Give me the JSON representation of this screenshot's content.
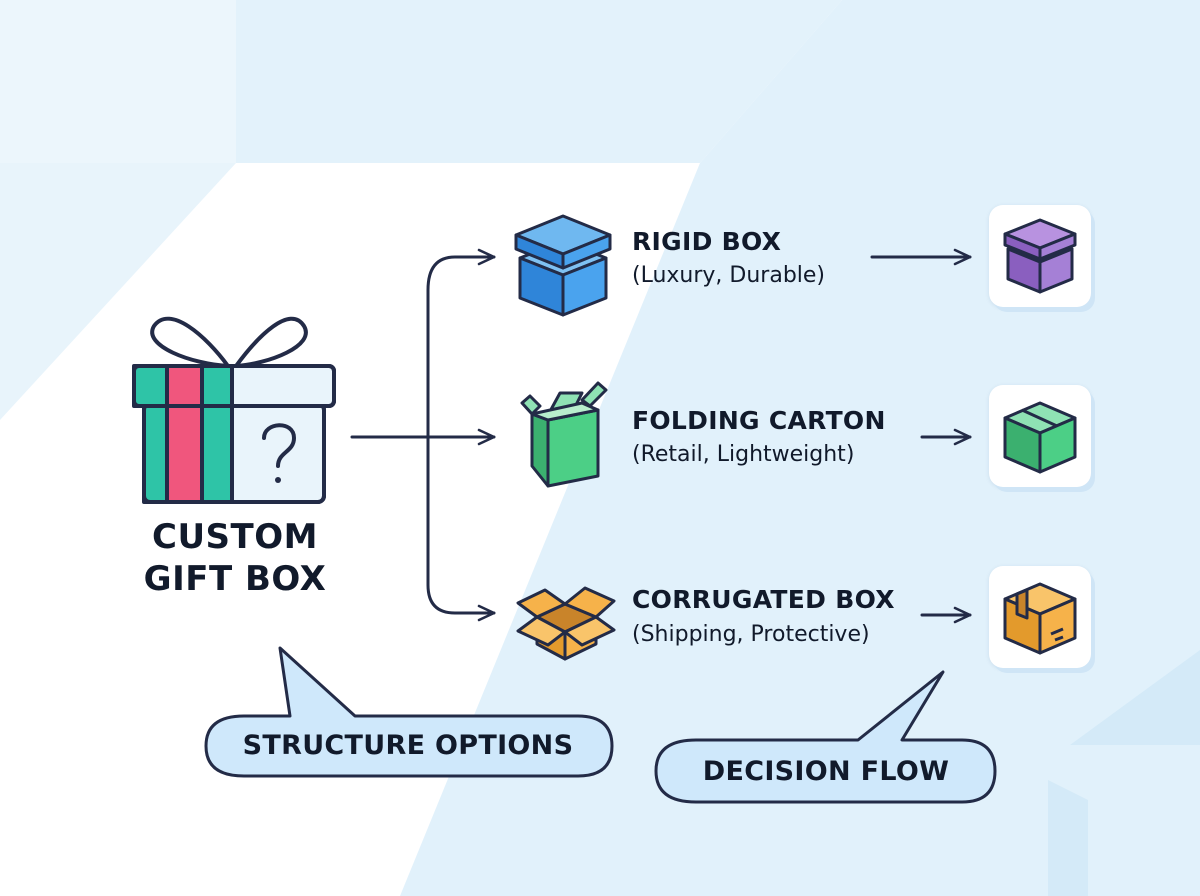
{
  "colors": {
    "background_shape": "#e1f1fb",
    "background_shape_light": "#ecf6fc",
    "line": "#232b47",
    "bubble_fill": "#cfe8fb",
    "teal": "#2ec4a7",
    "pink": "#f0567d",
    "blue": "#3a8fe6",
    "green": "#4ccf86",
    "orange": "#f2a93b",
    "purple": "#9b72c9"
  },
  "root": {
    "icon": "gift-box-question-icon",
    "label_line1": "CUSTOM",
    "label_line2": "GIFT BOX"
  },
  "options": [
    {
      "id": "rigid",
      "title": "RIGID BOX",
      "subtitle": "(Luxury, Durable)",
      "icon": "blue-rigid-box-icon",
      "result_icon": "purple-rigid-box-icon"
    },
    {
      "id": "folding",
      "title": "FOLDING CARTON",
      "subtitle": "(Retail, Lightweight)",
      "icon": "green-open-carton-icon",
      "result_icon": "green-cube-box-icon"
    },
    {
      "id": "corrugated",
      "title": "CORRUGATED BOX",
      "subtitle": "(Shipping, Protective)",
      "icon": "orange-open-box-icon",
      "result_icon": "orange-shipping-box-icon"
    }
  ],
  "callouts": {
    "structure": "STRUCTURE OPTIONS",
    "decision": "DECISION FLOW"
  }
}
